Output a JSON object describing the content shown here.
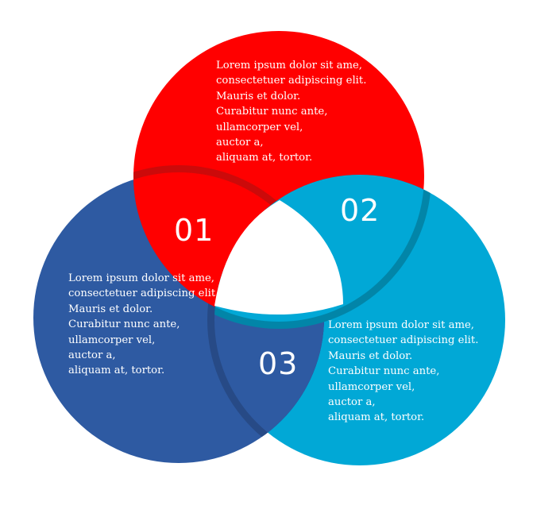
{
  "colors": {
    "segment_01": "#2e5aa2",
    "segment_01_shadow": "#274a86",
    "segment_02": "#ff0000",
    "segment_02_shadow": "#cc0a0a",
    "segment_03": "#01a8d6",
    "segment_03_shadow": "#0285a8",
    "text": "#ffffff"
  },
  "segments": [
    {
      "number": "01",
      "lines": [
        "Lorem ipsum dolor sit ame,",
        "consectetuer adipiscing elit.",
        "Mauris et dolor.",
        "Curabitur nunc ante,",
        "ullamcorper vel,",
        "auctor a,",
        "aliquam at, tortor."
      ]
    },
    {
      "number": "02",
      "lines": [
        "Lorem ipsum dolor sit ame,",
        "consectetuer adipiscing elit.",
        "Mauris et dolor.",
        "Curabitur nunc ante,",
        "ullamcorper vel,",
        "auctor a,",
        "aliquam at, tortor."
      ]
    },
    {
      "number": "03",
      "lines": [
        "Lorem ipsum dolor sit ame,",
        "consectetuer adipiscing elit.",
        "Mauris et dolor.",
        "Curabitur nunc ante,",
        "ullamcorper vel,",
        "auctor a,",
        "aliquam at, tortor."
      ]
    }
  ]
}
